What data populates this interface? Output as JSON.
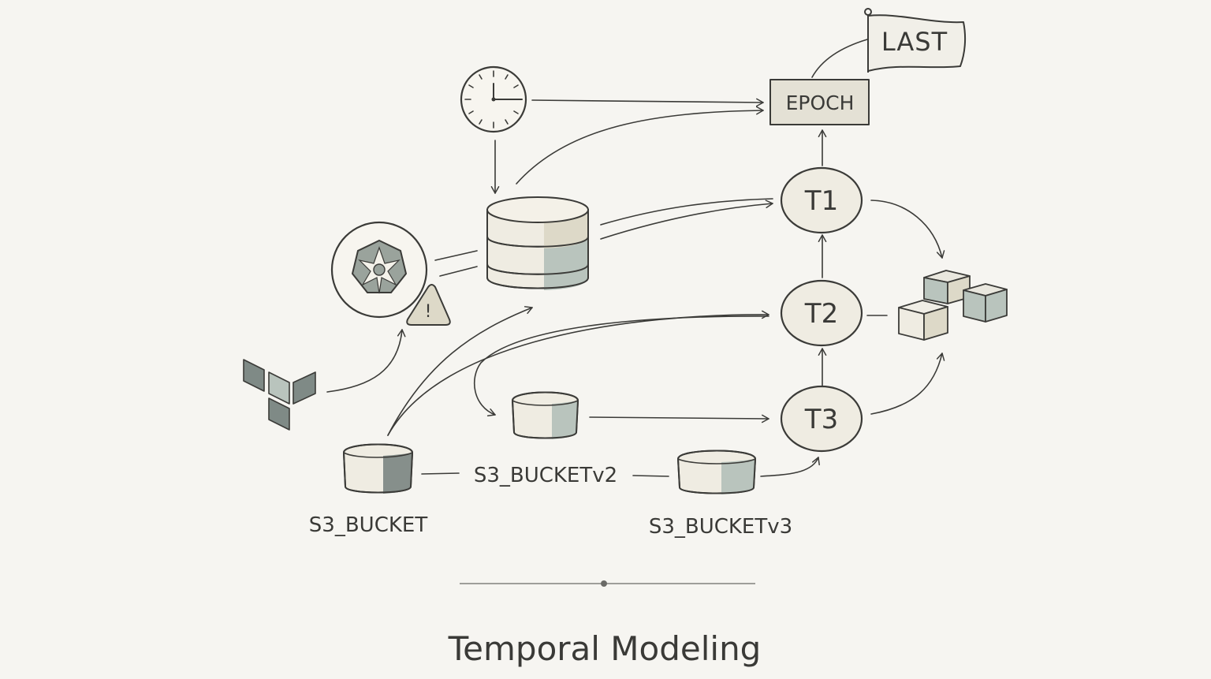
{
  "title": "Temporal Modeling",
  "nodes": {
    "epoch": "EPOCH",
    "last": "LAST",
    "t1": "T1",
    "t2": "T2",
    "t3": "T3",
    "s3_bucket": "S3_BUCKET",
    "s3_bucket_v2": "S3_BUCKETv2",
    "s3_bucket_v3": "S3_BUCKETv3",
    "warning": "!"
  },
  "icons": [
    "clock-icon",
    "database-icon",
    "kubernetes-icon",
    "warning-icon",
    "terraform-icon",
    "bucket-icon",
    "cubes-icon",
    "flag-icon"
  ],
  "colors": {
    "background": "#f6f5f1",
    "ink": "#3b3b38",
    "fill_light": "#efece2",
    "fill_sage": "#b9c4bd",
    "fill_khaki": "#ddd9c8"
  }
}
